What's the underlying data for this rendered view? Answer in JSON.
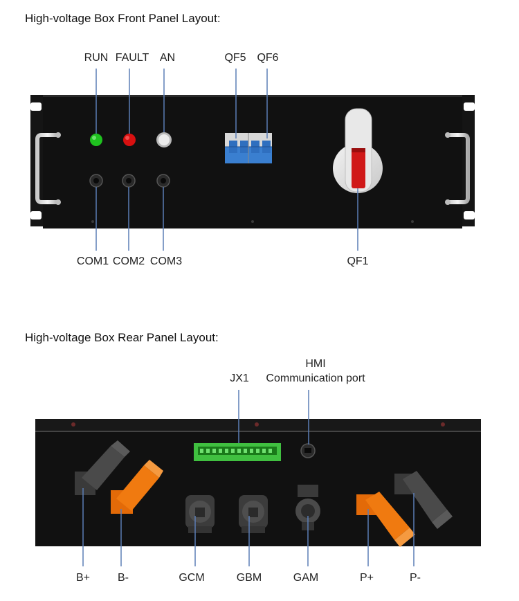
{
  "front": {
    "heading": "High-voltage Box Front Panel Layout:",
    "labels": {
      "run": "RUN",
      "fault": "FAULT",
      "an": "AN",
      "qf5": "QF5",
      "qf6": "QF6",
      "com1": "COM1",
      "com2": "COM2",
      "com3": "COM3",
      "qf1": "QF1"
    }
  },
  "rear": {
    "heading": "High-voltage Box Rear Panel Layout:",
    "labels": {
      "hmi": "HMI",
      "jx1": "JX1",
      "comm_port": "Communication port",
      "b_plus": "B+",
      "b_minus": "B-",
      "gcm": "GCM",
      "gbm": "GBM",
      "gam": "GAM",
      "p_plus": "P+",
      "p_minus": "P-"
    }
  },
  "colors": {
    "panel": "#111111",
    "leader": "#5b7db5",
    "run_led": "#1fc21f",
    "fault_led": "#d81010",
    "breaker_blue": "#3a7fd0",
    "qf1_red": "#d01818",
    "terminal_green": "#40c040",
    "connector_orange": "#f07a10",
    "connector_gray": "#4a4a4a"
  }
}
